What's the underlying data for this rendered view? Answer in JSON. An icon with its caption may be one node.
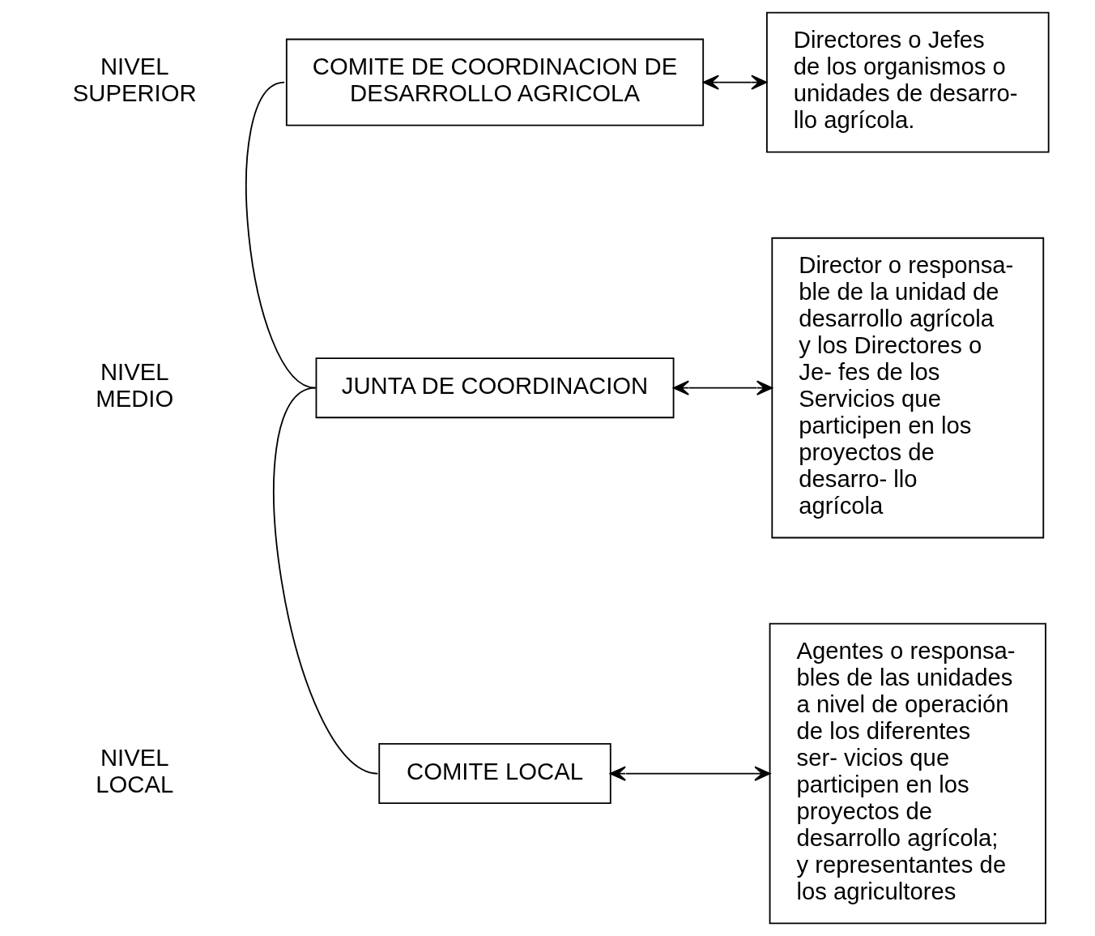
{
  "diagram": {
    "nodes": [
      {
        "text": [
          "COMITE DE COORDINACION DE DESARROLLO AGRICOLA"
        ]
      },
      {
        "text": [
          "Directores o Jefes de los organismos o unidades de desarro- llo agrícola."
        ]
      },
      {
        "text": [
          "JUNTA DE COORDINACION"
        ]
      },
      {
        "text": [
          "Director o responsa- ble de la unidad de desarrollo agrícola y los Directores o Je- fes de los Servicios que participen en los proyectos de desarro- llo agrícola"
        ]
      },
      {
        "text": [
          "COMITE LOCAL"
        ]
      },
      {
        "text": [
          "Agentes o responsa- bles de las unidades a nivel de operación de los diferentes ser- vicios que participen en los proyectos de desarrollo agrícola; y representantes de los agricultores"
        ]
      }
    ],
    "edges": [
      {
        "from": 0,
        "to": 2,
        "arrow": "none"
      },
      {
        "from": 2,
        "to": 4,
        "arrow": "none"
      },
      {
        "from": 0,
        "to": 1,
        "arrow": "both"
      },
      {
        "from": 2,
        "to": 3,
        "arrow": "both"
      },
      {
        "from": 4,
        "to": 5,
        "arrow": "both"
      }
    ],
    "labels": [
      "NIVEL SUPERIOR",
      "NIVEL MEDIO",
      "NIVEL LOCAL"
    ]
  }
}
